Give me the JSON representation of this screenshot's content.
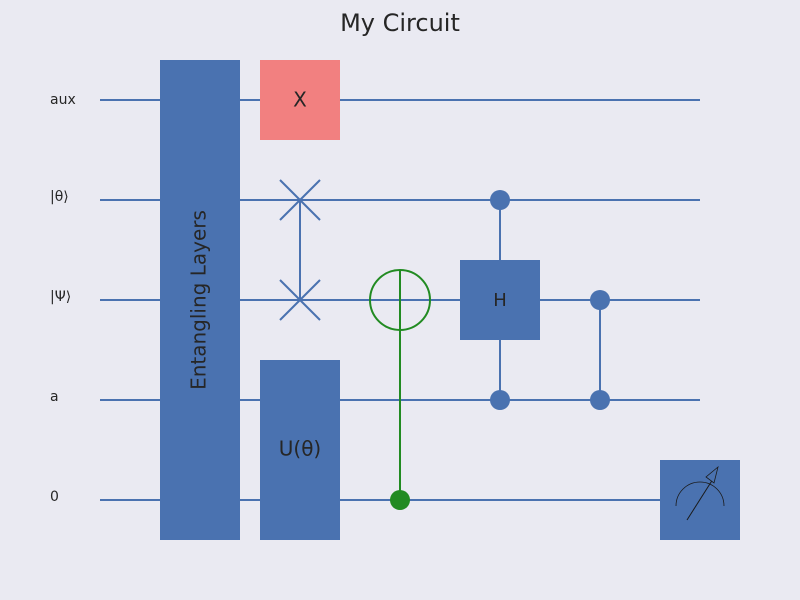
{
  "title": "My Circuit",
  "wires": [
    {
      "id": "aux",
      "label": "aux"
    },
    {
      "id": "theta",
      "label": "|θ⟩"
    },
    {
      "id": "psi",
      "label": "|Ψ⟩"
    },
    {
      "id": "a",
      "label": "a"
    },
    {
      "id": "zero",
      "label": "0"
    }
  ],
  "gates": {
    "entangling": {
      "label": "Entangling Layers",
      "wires": [
        "aux",
        "theta",
        "psi",
        "a",
        "zero"
      ],
      "color": "#4a72b0"
    },
    "x": {
      "label": "X",
      "wire": "aux",
      "color": "#f28080"
    },
    "swap": {
      "wires": [
        "theta",
        "psi"
      ],
      "color": "#4a72b0"
    },
    "u_theta": {
      "label": "U(θ)",
      "wires": [
        "a",
        "zero"
      ],
      "color": "#4a72b0"
    },
    "cnot": {
      "control": "zero",
      "target": "psi",
      "color": "#228b22"
    },
    "h": {
      "label": "H",
      "target": "psi",
      "controls": [
        "theta",
        "a"
      ],
      "color": "#4a72b0"
    },
    "cz": {
      "wires": [
        "psi",
        "a"
      ],
      "color": "#4a72b0"
    },
    "measure": {
      "wire": "zero",
      "color": "#4a72b0"
    }
  },
  "colors": {
    "background": "#eaeaf2",
    "wire": "#4a72b0",
    "text": "#262626"
  }
}
